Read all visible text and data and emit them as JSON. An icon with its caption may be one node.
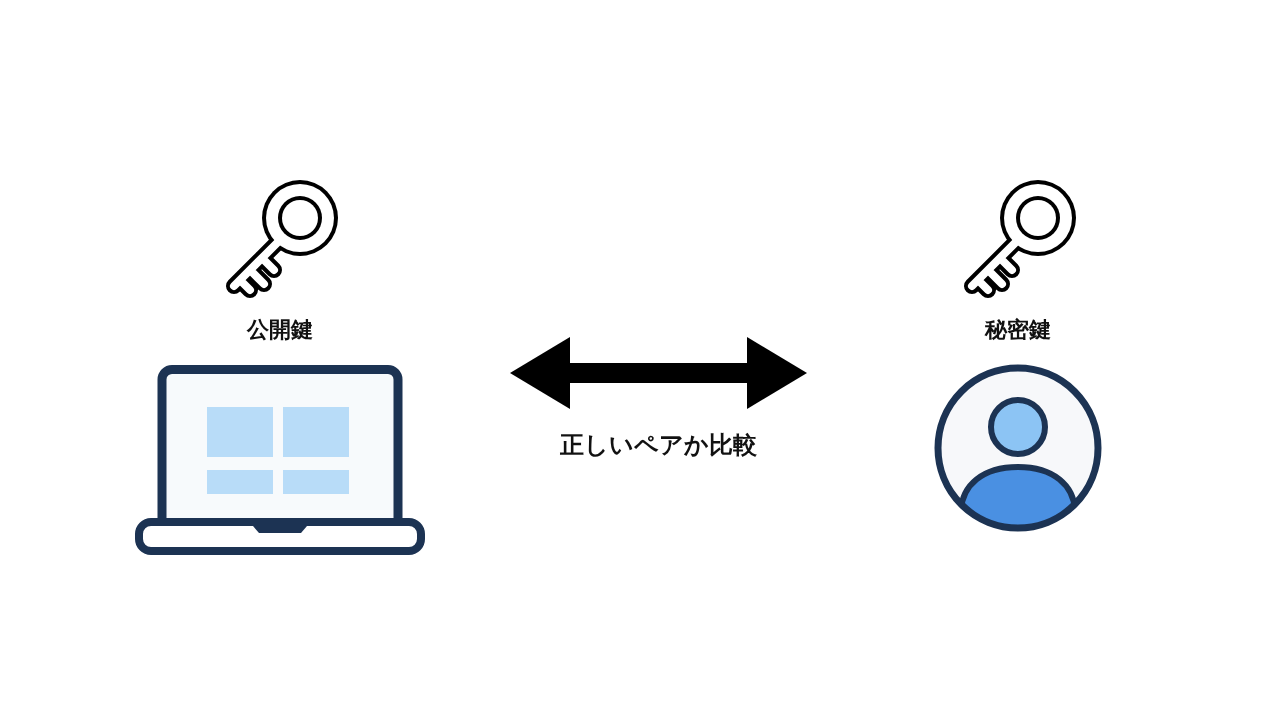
{
  "diagram": {
    "nodes": [
      {
        "text": [
          "公開鍵"
        ]
      },
      {
        "text": [
          "秘密鍵"
        ]
      }
    ],
    "edges": [
      {
        "from": 0,
        "to": 1,
        "arrow": "both",
        "label": "正しいペアか比較"
      }
    ]
  }
}
